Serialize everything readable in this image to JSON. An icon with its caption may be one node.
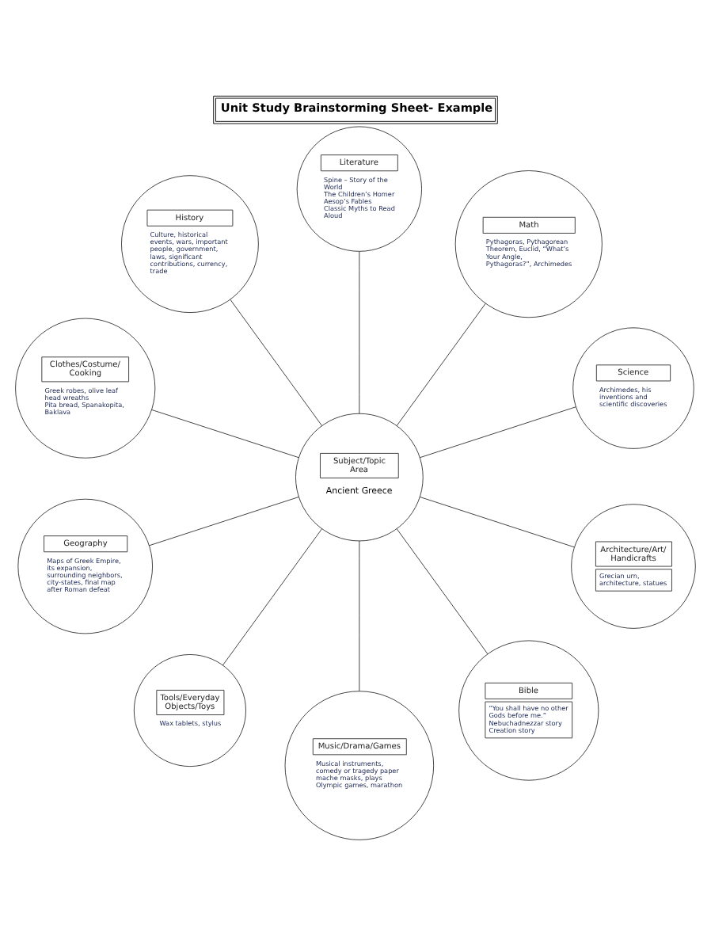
{
  "diagram": {
    "title": "Unit Study Brainstorming Sheet- Example",
    "nodes": [
      {
        "text": [
          "Science",
          "Archimedes, his inventions and scientific discoveries"
        ]
      },
      {
        "text": [
          "Math",
          "Pythagoras, Pythagorean Theorem, Euclid, “What’s Your Angle, Pythagoras?”, Archimedes"
        ]
      },
      {
        "text": [
          "Literature",
          "Spine – Story of the World",
          "The Children’s Homer",
          "Aesop’s Fables",
          "Classic Myths to Read Aloud"
        ]
      },
      {
        "text": [
          "History",
          "Culture, historical events, wars, important people, government, laws, significant contributions, currency, trade"
        ]
      },
      {
        "text": [
          "Clothes/Costume/ Cooking",
          "Greek robes, olive leaf head wreaths",
          "Pita bread, Spanakopita, Baklava"
        ]
      },
      {
        "text": [
          "Subject/Topic Area",
          "Ancient Greece"
        ]
      },
      {
        "text": [
          "Geography",
          "Maps of Greek Empire, its expansion, surrounding neighbors, city-states, final map after Roman defeat"
        ]
      },
      {
        "text": [
          "Tools/Everyday Objects/Toys",
          "Wax tablets, stylus"
        ]
      },
      {
        "text": [
          "Music/Drama/Games",
          "Musical instruments, comedy or tragedy paper mache masks, plays",
          "Olympic games, marathon"
        ]
      },
      {
        "text": [
          "Bible",
          "“You shall have no other Gods before me.”",
          "Nebuchadnezzar story",
          "Creation story"
        ]
      },
      {
        "text": [
          "Architecture/Art/ Handicrafts",
          "Grecian urn, architecture, statues"
        ]
      }
    ],
    "edges": [
      {
        "from": 5,
        "to": 1,
        "arrow": "none"
      },
      {
        "from": 5,
        "to": 2,
        "arrow": "none"
      },
      {
        "from": 5,
        "to": 4,
        "arrow": "none"
      },
      {
        "from": 5,
        "to": 7,
        "arrow": "none"
      },
      {
        "from": 5,
        "to": 10,
        "arrow": "none"
      },
      {
        "from": 5,
        "to": 9,
        "arrow": "none"
      },
      {
        "from": 5,
        "to": 8,
        "arrow": "none"
      },
      {
        "from": 5,
        "to": 6,
        "arrow": "none"
      },
      {
        "from": 5,
        "to": 3,
        "arrow": "none"
      },
      {
        "from": 5,
        "to": 0,
        "arrow": "none"
      }
    ]
  }
}
